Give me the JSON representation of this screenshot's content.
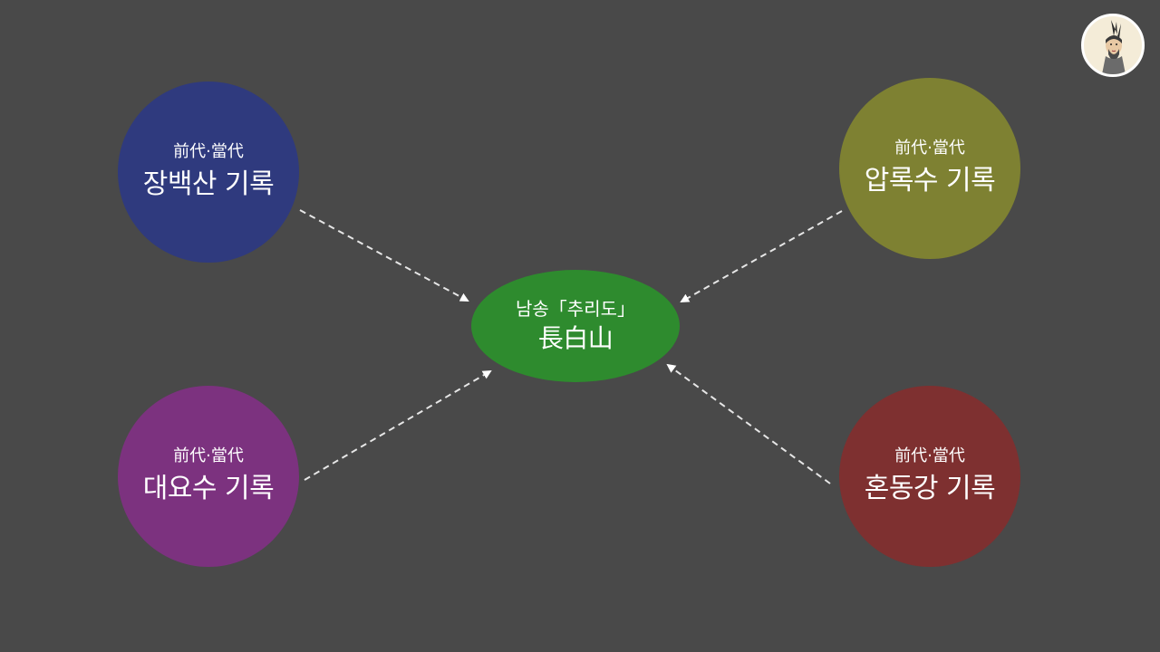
{
  "center": {
    "subtitle": "남송「추리도」",
    "title": "長白山",
    "color": "#2e8b2e"
  },
  "nodes": [
    {
      "id": "jangbaeksan",
      "subtitle": "前代·當代",
      "title": "장백산 기록",
      "color": "#2f3a7e"
    },
    {
      "id": "amnoksu",
      "subtitle": "前代·當代",
      "title": "압록수 기록",
      "color": "#7e8132"
    },
    {
      "id": "daeyosu",
      "subtitle": "前代·當代",
      "title": "대요수 기록",
      "color": "#7c327f"
    },
    {
      "id": "hondonggang",
      "subtitle": "前代·當代",
      "title": "혼동강 기록",
      "color": "#7e3030"
    }
  ],
  "background": "#494949",
  "avatar_icon": "scholar-portrait-icon"
}
